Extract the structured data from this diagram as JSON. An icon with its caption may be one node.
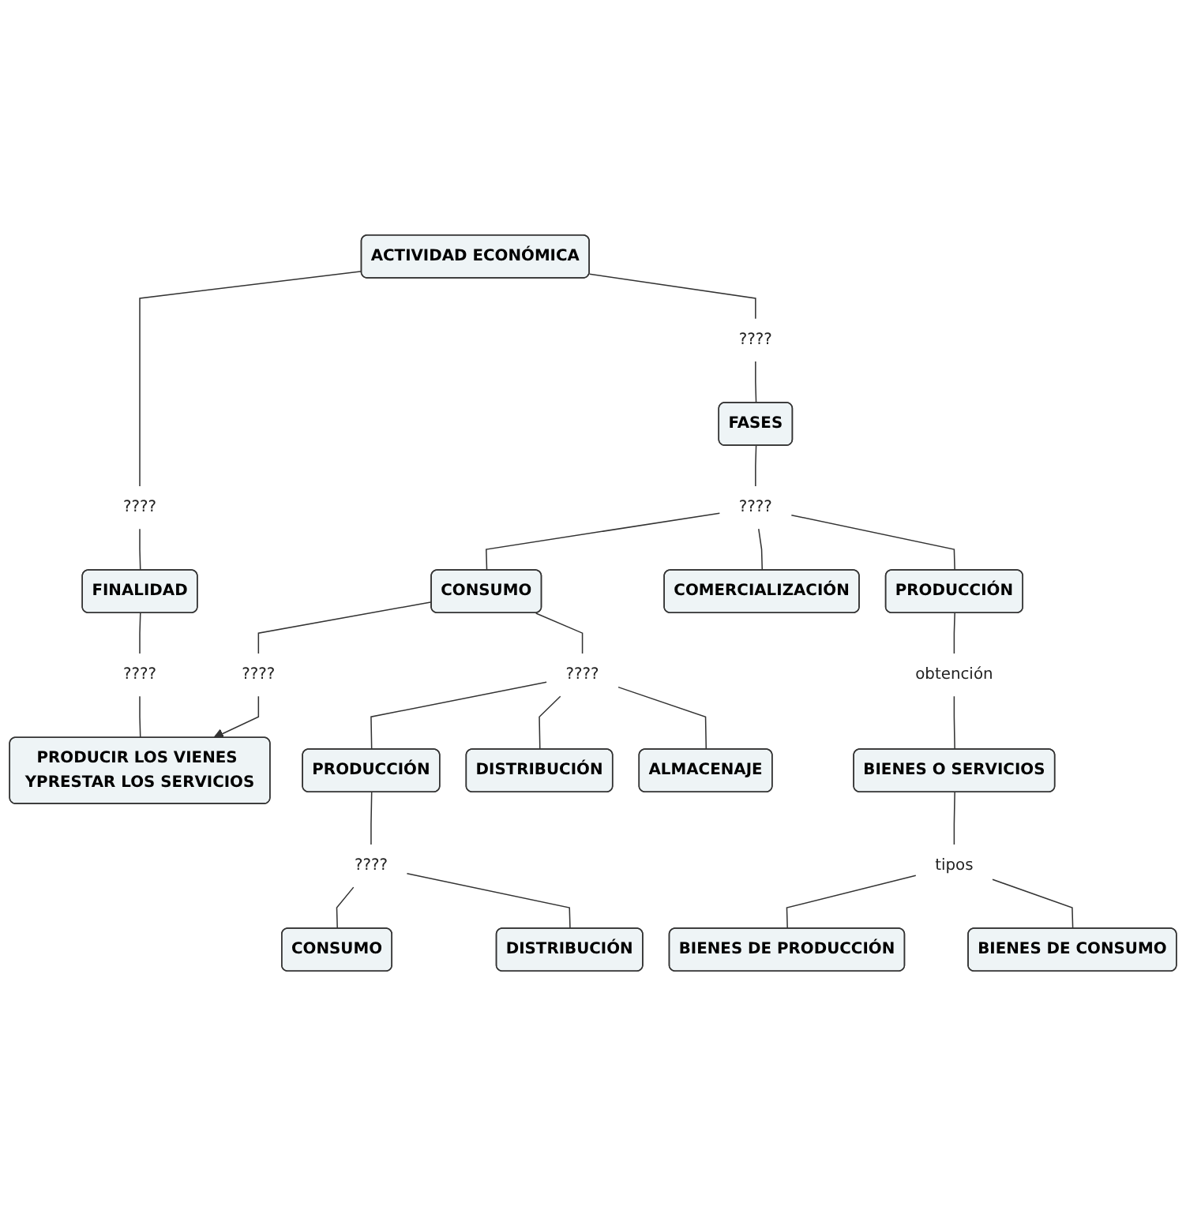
{
  "diagram": {
    "nodes": [
      {
        "text": [
          "ACTIVIDAD ECONÓMICA"
        ]
      },
      {
        "text": [
          "????"
        ]
      },
      {
        "text": [
          "????"
        ]
      },
      {
        "text": [
          "FINALIDAD"
        ]
      },
      {
        "text": [
          "FASES"
        ]
      },
      {
        "text": [
          "????"
        ]
      },
      {
        "text": [
          "????"
        ]
      },
      {
        "text": [
          "PRODUCIR LOS VIENES YPRESTAR LOS SERVICIOS"
        ]
      },
      {
        "text": [
          "????"
        ]
      },
      {
        "text": [
          "CONSUMO"
        ]
      },
      {
        "text": [
          "COMERCIALIZACIÓN"
        ]
      },
      {
        "text": [
          "PRODUCCIÓN"
        ]
      },
      {
        "text": [
          "obtención"
        ]
      },
      {
        "text": [
          "????"
        ]
      },
      {
        "text": [
          "BIENES O SERVICIOS"
        ]
      },
      {
        "text": [
          "PRODUCCIÓN"
        ]
      },
      {
        "text": [
          "DISTRIBUCIÓN"
        ]
      },
      {
        "text": [
          "ALMACENAJE"
        ]
      },
      {
        "text": [
          "tipos"
        ]
      },
      {
        "text": [
          "????"
        ]
      },
      {
        "text": [
          "BIENES DE PRODUCCIÓN"
        ]
      },
      {
        "text": [
          "CONSUMO"
        ]
      },
      {
        "text": [
          "DISTRIBUCIÓN"
        ]
      },
      {
        "text": [
          "BIENES DE CONSUMO"
        ]
      }
    ],
    "edges": [
      {
        "from": 0,
        "to": 1,
        "arrow": "none"
      },
      {
        "from": 1,
        "to": 3,
        "arrow": "none"
      },
      {
        "from": 0,
        "to": 2,
        "arrow": "none"
      },
      {
        "from": 2,
        "to": 4,
        "arrow": "none"
      },
      {
        "from": 3,
        "to": 5,
        "arrow": "none"
      },
      {
        "from": 5,
        "to": 7,
        "arrow": "none"
      },
      {
        "from": 4,
        "to": 6,
        "arrow": "none"
      },
      {
        "from": 6,
        "to": 9,
        "arrow": "none"
      },
      {
        "from": 6,
        "to": 10,
        "arrow": "none"
      },
      {
        "from": 6,
        "to": 11,
        "arrow": "none"
      },
      {
        "from": 9,
        "to": 8,
        "arrow": "none"
      },
      {
        "from": 8,
        "to": 7,
        "arrow": "to"
      },
      {
        "from": 9,
        "to": 13,
        "arrow": "none"
      },
      {
        "from": 13,
        "to": 15,
        "arrow": "none"
      },
      {
        "from": 13,
        "to": 16,
        "arrow": "none"
      },
      {
        "from": 13,
        "to": 17,
        "arrow": "none"
      },
      {
        "from": 15,
        "to": 19,
        "arrow": "none"
      },
      {
        "from": 19,
        "to": 21,
        "arrow": "none"
      },
      {
        "from": 19,
        "to": 22,
        "arrow": "none"
      },
      {
        "from": 11,
        "to": 12,
        "arrow": "none"
      },
      {
        "from": 12,
        "to": 14,
        "arrow": "none"
      },
      {
        "from": 14,
        "to": 18,
        "arrow": "none"
      },
      {
        "from": 18,
        "to": 20,
        "arrow": "none"
      },
      {
        "from": 18,
        "to": 23,
        "arrow": "none"
      }
    ]
  }
}
